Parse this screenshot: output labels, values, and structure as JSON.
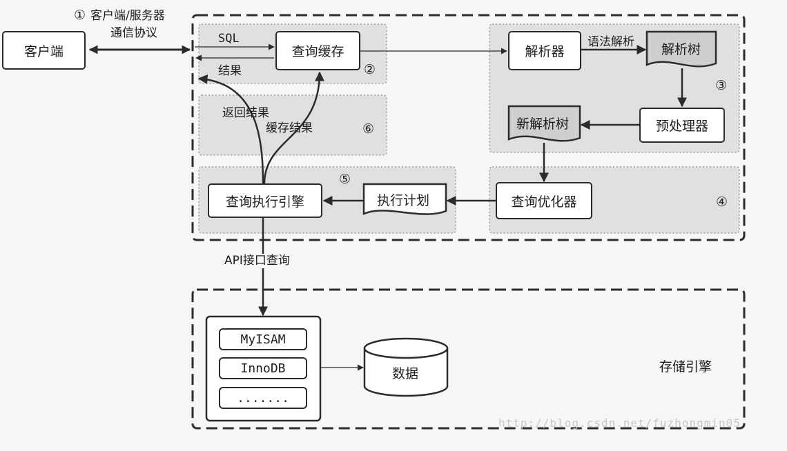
{
  "protocol": {
    "marker": "①",
    "line1": "客户端/服务器",
    "line2": "通信协议"
  },
  "client": {
    "label": "客户端"
  },
  "server_labels": {
    "sql": "SQL",
    "result": "结果",
    "return_result": "返回结果",
    "cache_result": "缓存结果"
  },
  "query_cache": {
    "label": "查询缓存",
    "marker": "②"
  },
  "parser": {
    "label": "解析器",
    "edge_label": "语法解析",
    "parse_tree": "解析树",
    "marker": "③"
  },
  "preprocessor": {
    "label": "预处理器",
    "new_parse_tree": "新解析树"
  },
  "marker6": "⑥",
  "optimizer": {
    "label": "查询优化器",
    "marker": "④"
  },
  "executor": {
    "label": "查询执行引擎",
    "marker": "⑤",
    "plan": "执行计划"
  },
  "api_label": "API接口查询",
  "storage": {
    "title": "存储引擎",
    "engines": [
      "MyISAM",
      "InnoDB",
      "......."
    ],
    "data": "数据"
  },
  "watermark": "http://blog.csdn.net/fuzhongmin05",
  "colors": {
    "stroke": "#2b2b2b",
    "panel": "#e0e0e0",
    "doc": "#cfcfcf",
    "background": "#f6f6f6"
  }
}
